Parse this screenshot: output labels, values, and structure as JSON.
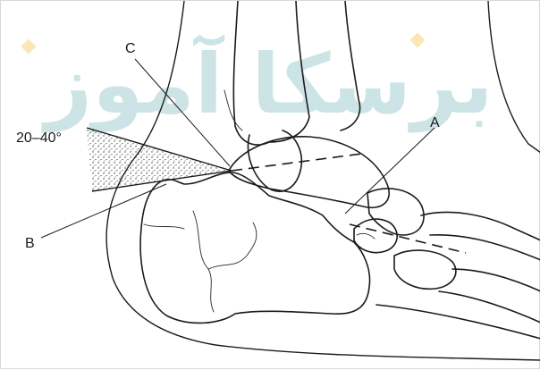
{
  "figure": {
    "labels": {
      "angle": "20–40°",
      "a": "A",
      "b": "B",
      "c": "C"
    },
    "watermark": {
      "text": "ﺑﺮﺳﮑﺎ ﺁﻣﻮﺯ"
    },
    "colors": {
      "line": "#1b1b1b",
      "watermark_teal": "#1f8a8f",
      "watermark_gold": "#f2b632",
      "stipple": "#3a3a3a"
    }
  }
}
